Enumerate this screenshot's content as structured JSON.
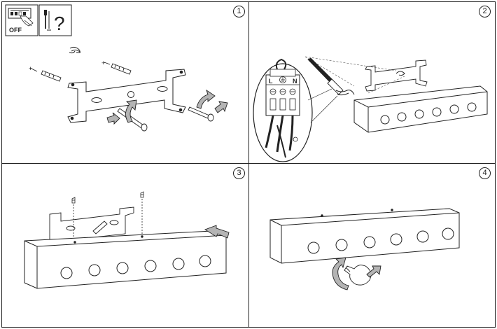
{
  "steps": [
    {
      "number": "1"
    },
    {
      "number": "2"
    },
    {
      "number": "3"
    },
    {
      "number": "4"
    }
  ],
  "warning": {
    "switch_label": "OFF",
    "question_mark": "?"
  },
  "terminal_block": {
    "live": "L",
    "neutral": "N"
  },
  "colors": {
    "line": "#222222",
    "arrow_fill": "#b4b4b4",
    "background": "#ffffff"
  },
  "icons": [
    "power-switch-off-icon",
    "screwdriver-icon",
    "question-mark-icon",
    "earth-ground-icon",
    "insert-arrow-icon",
    "rotate-arrow-icon"
  ]
}
